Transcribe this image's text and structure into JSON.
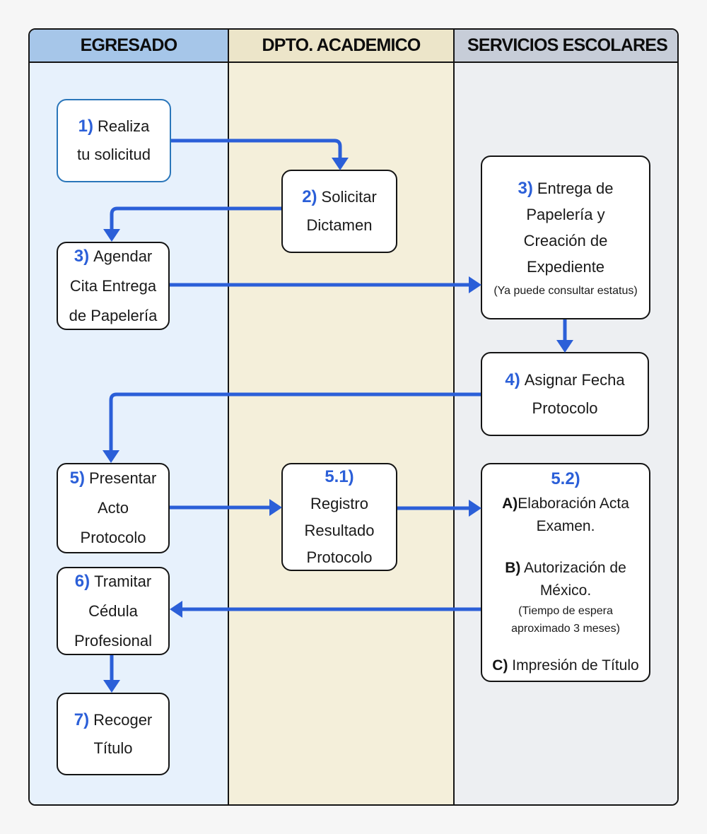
{
  "diagram": {
    "type": "flowchart-swimlane"
  },
  "colors": {
    "arrow": "#2b5fd8",
    "step_number": "#2b5fd8",
    "node_border": "#141414",
    "node1_border": "#2a76ba",
    "lane_egresado_bg": "#e7f1fc",
    "lane_dpto_bg": "#f4efda",
    "lane_servicios_bg": "#edeff2",
    "header_egresado_bg": "#a6c6e9",
    "header_dpto_bg": "#ece5c9",
    "header_servicios_bg": "#c7cdd8",
    "page_bg": "#f6f6f6"
  },
  "lanes": [
    {
      "label": "EGRESADO"
    },
    {
      "label": "DPTO. ACADEMICO"
    },
    {
      "label": "SERVICIOS ESCOLARES"
    }
  ],
  "nodes": {
    "n1": {
      "num": "1)",
      "l1": "Realiza",
      "l2": "tu solicitud"
    },
    "n2": {
      "num": "2)",
      "l1": "Solicitar",
      "l2": "Dictamen"
    },
    "n3": {
      "num": "3)",
      "l1": "Agendar",
      "l2": "Cita Entrega",
      "l3": "de Papelería"
    },
    "n3s": {
      "num": "3)",
      "l1": "Entrega de",
      "l2": "Papelería y",
      "l3": "Creación de",
      "l4": "Expediente",
      "note": "(Ya puede consultar estatus)"
    },
    "n4": {
      "num": "4)",
      "l1": "Asignar Fecha",
      "l2": "Protocolo"
    },
    "n5": {
      "num": "5)",
      "l1": "Presentar",
      "l2": "Acto",
      "l3": "Protocolo"
    },
    "n51": {
      "num": "5.1)",
      "l1": "Registro",
      "l2": "Resultado",
      "l3": "Protocolo"
    },
    "n52": {
      "num": "5.2)",
      "a_label": "A)",
      "a_l1": "Elaboración Acta",
      "a_l2": "Examen.",
      "b_label": "B)",
      "b_l1": " Autorización de",
      "b_l2": "México.",
      "b_note1": "(Tiempo de espera",
      "b_note2": "aproximado 3 meses)",
      "c_label": "C)",
      "c_l1": " Impresión de Título"
    },
    "n6": {
      "num": "6)",
      "l1": "Tramitar",
      "l2": "Cédula",
      "l3": "Profesional"
    },
    "n7": {
      "num": "7)",
      "l1": "Recoger",
      "l2": "Título"
    }
  },
  "flows": [
    {
      "from": "1",
      "to": "2"
    },
    {
      "from": "2",
      "to": "3"
    },
    {
      "from": "3",
      "to": "3-servicios"
    },
    {
      "from": "3-servicios",
      "to": "4"
    },
    {
      "from": "4",
      "to": "5"
    },
    {
      "from": "5",
      "to": "5.1"
    },
    {
      "from": "5.1",
      "to": "5.2"
    },
    {
      "from": "5.2",
      "to": "6"
    },
    {
      "from": "6",
      "to": "7"
    }
  ]
}
